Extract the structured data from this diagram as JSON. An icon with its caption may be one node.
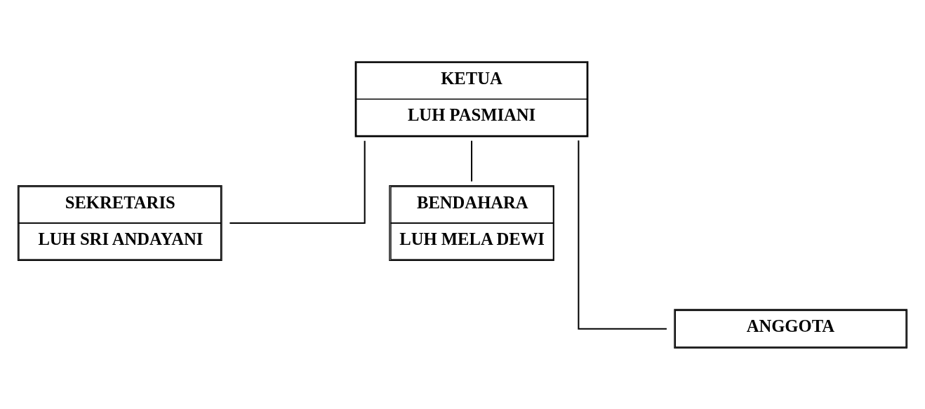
{
  "diagram": {
    "nodes": [
      {
        "text": [
          "KETUA",
          "LUH PASMIANI"
        ]
      },
      {
        "text": [
          "SEKRETARIS",
          "LUH SRI ANDAYANI"
        ]
      },
      {
        "text": [
          "BENDAHARA",
          "LUH MELA DEWI"
        ]
      },
      {
        "text": [
          "ANGGOTA"
        ]
      }
    ],
    "edges": [
      {
        "from": 0,
        "to": 1,
        "arrow": "none"
      },
      {
        "from": 0,
        "to": 2,
        "arrow": "none"
      },
      {
        "from": 0,
        "to": 3,
        "arrow": "none"
      }
    ]
  }
}
